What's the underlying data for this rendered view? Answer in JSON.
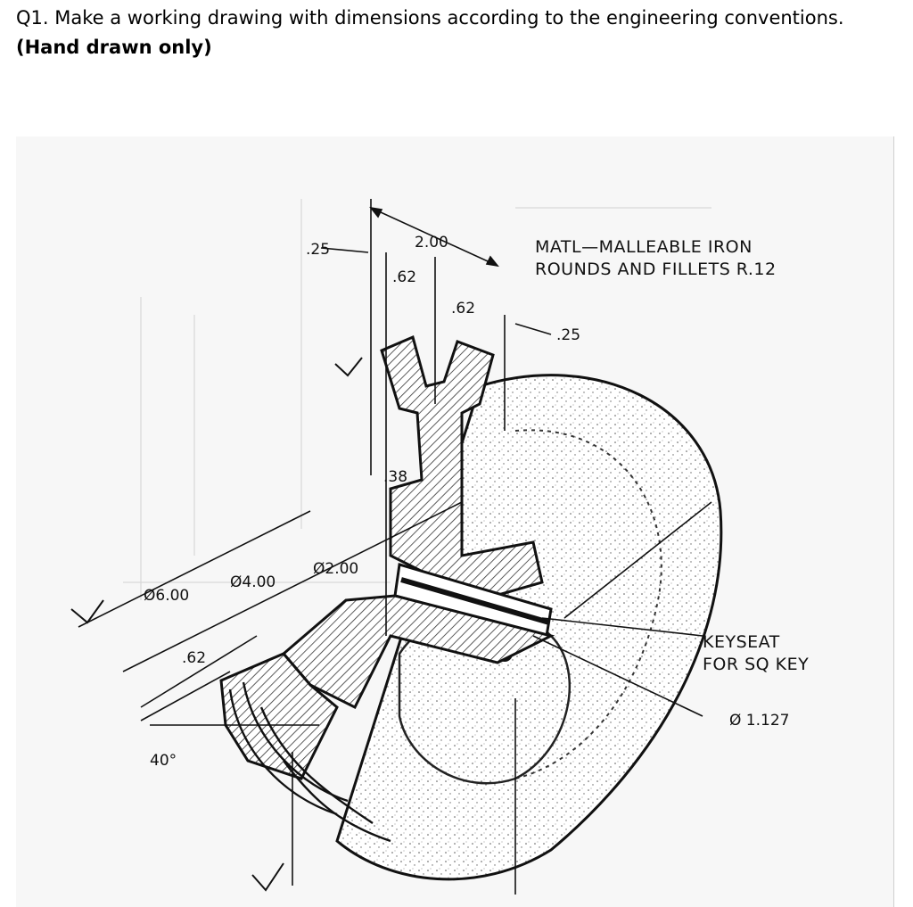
{
  "question": {
    "number": "Q1.",
    "text": " Make a working drawing with dimensions according to the engineering conventions. ",
    "emphasis": "(Hand drawn only)"
  },
  "drawing": {
    "notes": {
      "material": "MATL—MALLEABLE IRON",
      "fillets": "ROUNDS AND FILLETS R.12",
      "keyseat_line1": "KEYSEAT",
      "keyseat_line2": "FOR SQ KEY",
      "bore": "Ø 1.127"
    },
    "dimensions": {
      "top_left": ".25",
      "overall": "2.00",
      "groove_a": ".62",
      "groove_b": ".62",
      "rim": ".25",
      "web": ".38",
      "outer_dia": "Ø6.00",
      "mid_dia": "Ø4.00",
      "hub_dia": "Ø2.00",
      "lower": ".62",
      "angle": "40°"
    }
  }
}
